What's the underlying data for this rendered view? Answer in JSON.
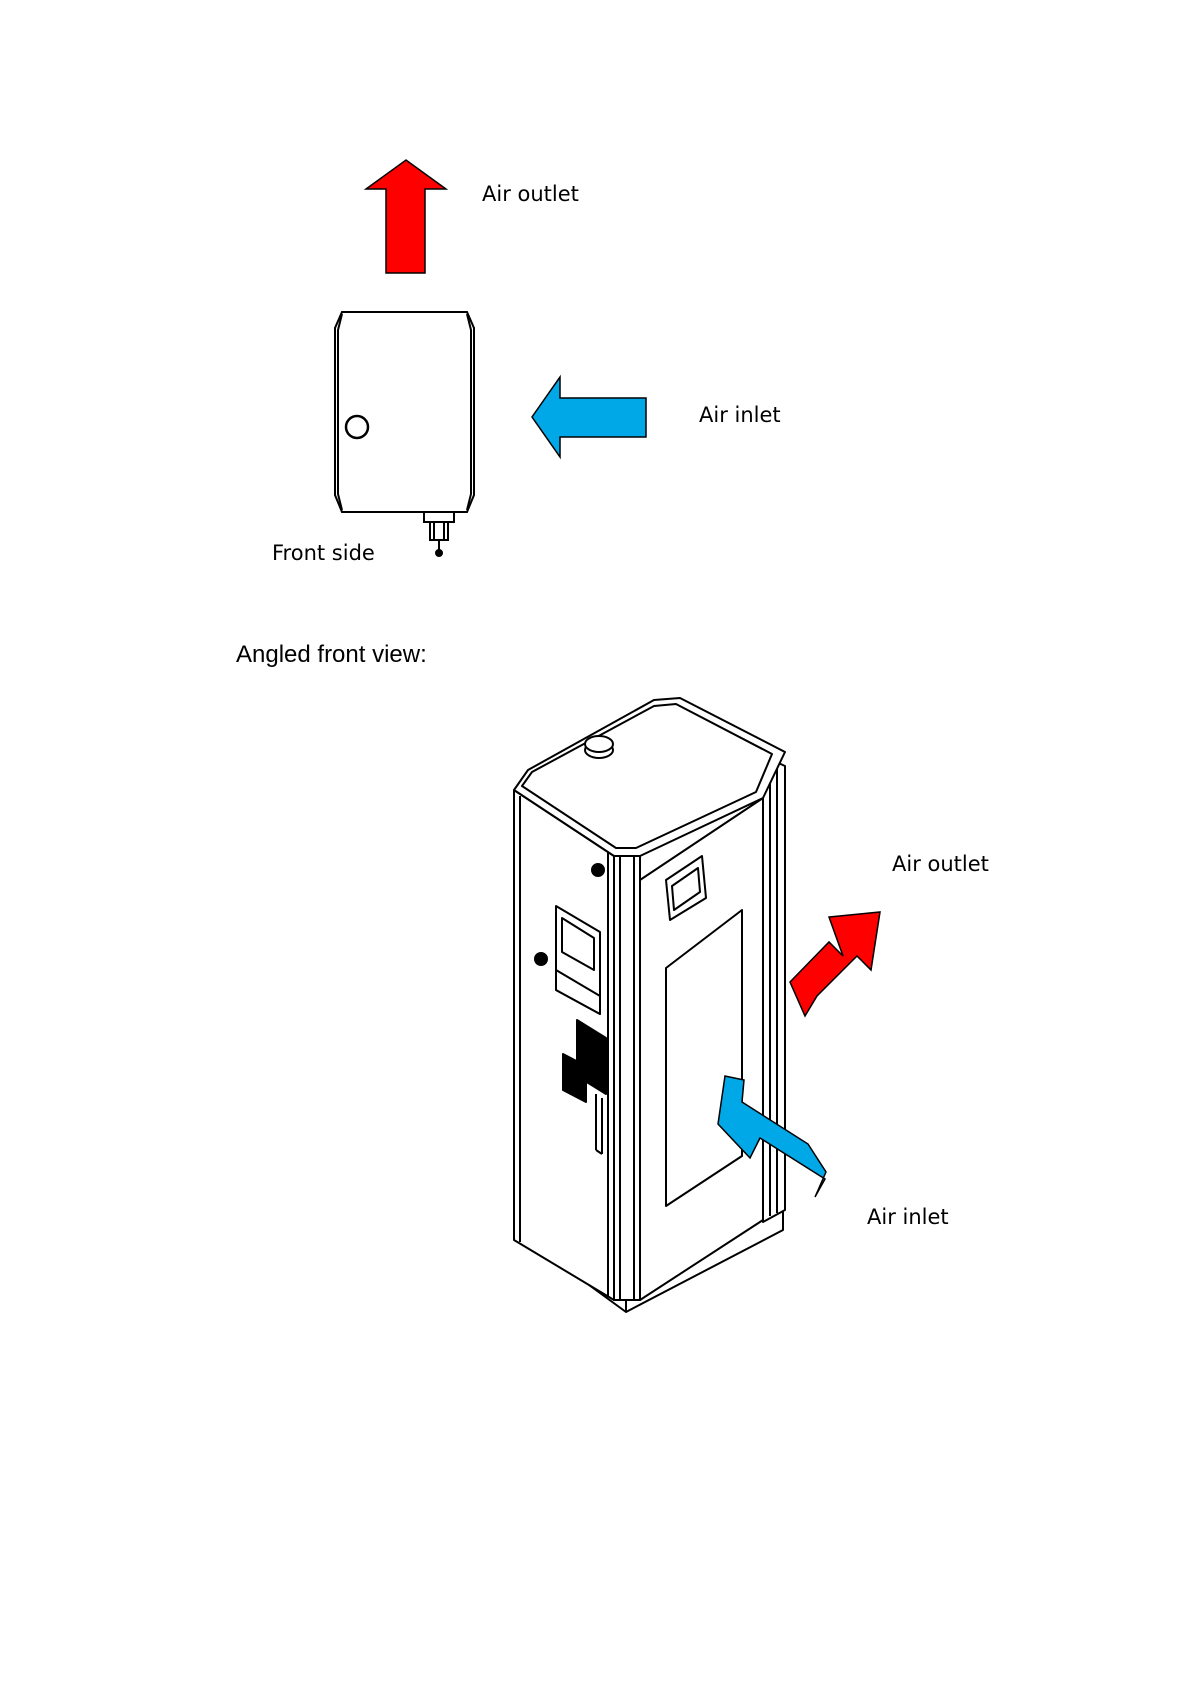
{
  "top_view": {
    "outlet_label": "Air outlet",
    "inlet_label": "Air inlet",
    "front_label": "Front side"
  },
  "angled_view": {
    "heading": "Angled front view:",
    "outlet_label": "Air outlet",
    "inlet_label": "Air inlet"
  },
  "colors": {
    "outlet_arrow": "#ff0000",
    "inlet_arrow": "#00a8e8",
    "line": "#000000"
  }
}
